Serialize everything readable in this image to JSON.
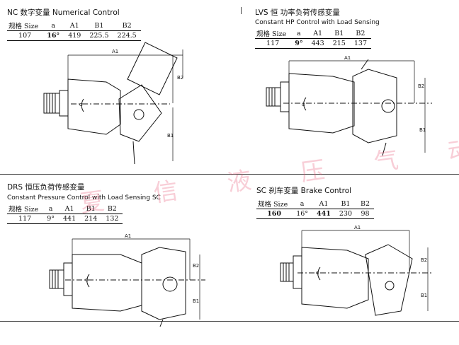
{
  "sections": {
    "nc": {
      "title": "NC 数字变量 Numerical Control",
      "headers": [
        "规格 Size",
        "a",
        "A1",
        "B1",
        "B2"
      ],
      "values": [
        "107",
        "16°",
        "419",
        "225.5",
        "224.5"
      ]
    },
    "lvs": {
      "title": "LVS 恒 功率负荷传感变量",
      "subtitle": "Constant HP Control with Load Sensing",
      "headers": [
        "规格 Size",
        "a",
        "A1",
        "B1",
        "B2"
      ],
      "values": [
        "117",
        "9°",
        "443",
        "215",
        "137"
      ]
    },
    "drs": {
      "title": "DRS 恒压负荷传感变量",
      "subtitle": "Constant Pressure Control with Load Sensing SC",
      "headers": [
        "规格 Size",
        "a",
        "A1",
        "B1",
        "B2"
      ],
      "values": [
        "117",
        "9°",
        "441",
        "214",
        "132"
      ]
    },
    "sc": {
      "title": "SC 刹车变量 Brake Control",
      "headers": [
        "规格 Size",
        "a",
        "A1",
        "B1",
        "B2"
      ],
      "values": [
        "160",
        "16°",
        "441",
        "230",
        "98"
      ]
    }
  },
  "dimension_labels": {
    "a1": "A1",
    "b1": "B1",
    "b2": "B2",
    "alpha": "α"
  },
  "watermark": "夏 信 液 压 气 动",
  "colors": {
    "watermark": "#e6506e",
    "line": "#111111"
  }
}
